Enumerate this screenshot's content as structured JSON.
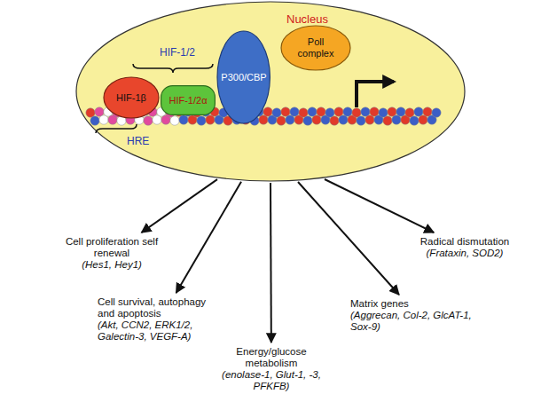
{
  "diagram": {
    "nodes": [
      {
        "text": [
          "Nucleus"
        ]
      },
      {
        "text": [
          "HIF-1β"
        ],
        "in": 0
      },
      {
        "text": [
          "HIF-1/2α"
        ],
        "in": 0
      },
      {
        "text": [
          "P300/CBP"
        ],
        "in": 0
      },
      {
        "text": [
          "Poll complex"
        ],
        "in": 0
      },
      {
        "text": [
          "Cell proliferation self renewal",
          "(Hes1, Hey1)"
        ]
      },
      {
        "text": [
          "Cell survival, autophagy and apoptosis",
          "(Akt, CCN2, ERK1/2, Galectin-3, VEGF-A)"
        ]
      },
      {
        "text": [
          "Energy/glucose metabolism",
          "(enolase-1, Glut-1, -3, PFKFB)"
        ]
      },
      {
        "text": [
          "Matrix genes",
          "(Aggrecan, Col-2, GlcAT-1, Sox-9)"
        ]
      },
      {
        "text": [
          "Radical dismutation",
          "(Frataxin, SOD2)"
        ]
      }
    ],
    "edges": [
      {
        "from": 0,
        "to": 5,
        "arrow": "to"
      },
      {
        "from": 0,
        "to": 6,
        "arrow": "to"
      },
      {
        "from": 0,
        "to": 7,
        "arrow": "to"
      },
      {
        "from": 0,
        "to": 8,
        "arrow": "to"
      },
      {
        "from": 0,
        "to": 9,
        "arrow": "to"
      }
    ],
    "labels": [
      "HIF-1/2",
      "HRE"
    ]
  }
}
